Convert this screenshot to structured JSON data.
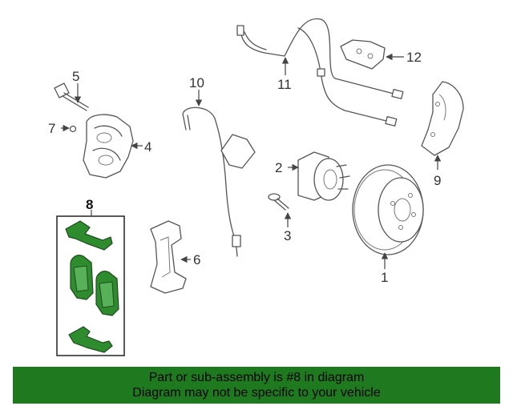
{
  "callouts": {
    "c1": "1",
    "c2": "2",
    "c3": "3",
    "c4": "4",
    "c5": "5",
    "c6": "6",
    "c7": "7",
    "c8": "8",
    "c9": "9",
    "c10": "10",
    "c11": "11",
    "c12": "12"
  },
  "banner": {
    "line1": "Part or sub-assembly is #8 in diagram",
    "line2": "Diagram may not be specific to your vehicle"
  },
  "colors": {
    "highlight": "#2e8b2e",
    "banner": "#1f7a1f"
  }
}
